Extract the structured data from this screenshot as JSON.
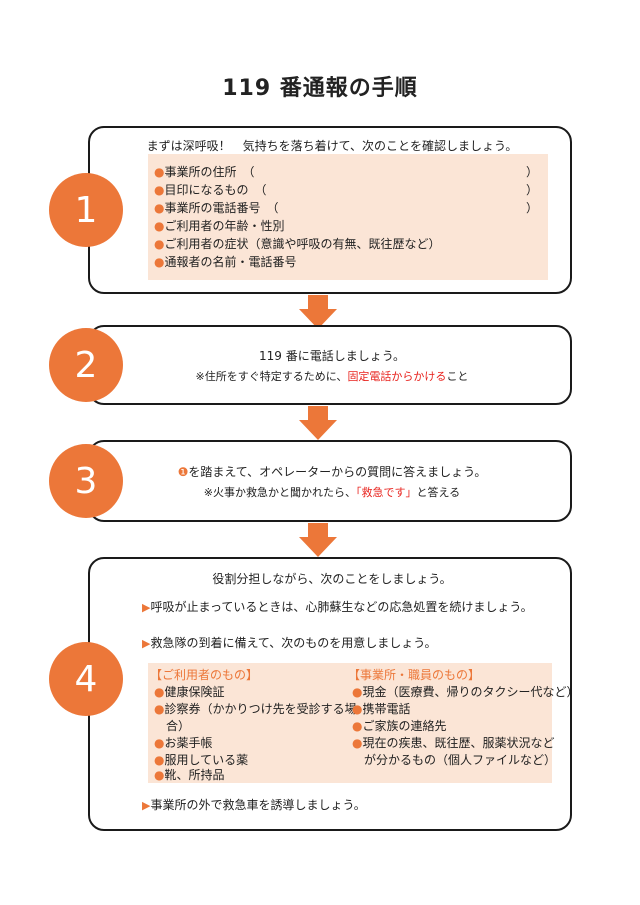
{
  "title": "119 番通報の手順",
  "step1": {
    "number": "1",
    "intro": "まずは深呼吸！　気持ちを落ち着けて、次のことを確認しましょう。",
    "items": [
      "事業所の住所　（",
      "目印になるもの　（",
      "事業所の電話番号　（",
      "ご利用者の年齢・性別",
      "ご利用者の症状（意識や呼吸の有無、既往歴など）",
      "通報者の名前・電話番号"
    ],
    "close_paren": "）"
  },
  "step2": {
    "number": "2",
    "main": "119 番に電話しましょう。",
    "note_prefix": "※住所をすぐ特定するために、",
    "note_red": "固定電話からかける",
    "note_suffix": "こと"
  },
  "step3": {
    "number": "3",
    "ref_mark": "❶",
    "main": "を踏まえて、オペレーターからの質問に答えましょう。",
    "note_prefix": "※火事か救急かと聞かれたら、",
    "note_red": "「救急です」",
    "note_suffix": "と答える"
  },
  "step4": {
    "number": "4",
    "intro": "役割分担しながら、次のことをしましょう。",
    "action1": "呼吸が止まっているときは、心肺蘇生などの応急処置を続けましょう。",
    "action2": "救急隊の到着に備えて、次のものを用意しましょう。",
    "left_heading": "【ご利用者のもの】",
    "left_items": [
      "健康保険証",
      "診察券（かかりつけ先を受診する場",
      "お薬手帳",
      "服用している薬",
      "靴、所持品"
    ],
    "left_item2_cont": "合）",
    "right_heading": "【事業所・職員のもの】",
    "right_items": [
      "現金（医療費、帰りのタクシー代など）",
      "携帯電話",
      "ご家族の連絡先",
      "現在の疾患、既往歴、服薬状況など"
    ],
    "right_item4_cont": "が分かるもの（個人ファイルなど）",
    "action3": "事業所の外で救急車を誘導しましょう。"
  },
  "symbols": {
    "bullet": "●",
    "triangle": "▶"
  },
  "colors": {
    "accent": "#ec7739",
    "shade": "#fbe5d6",
    "red": "#e8231e"
  }
}
